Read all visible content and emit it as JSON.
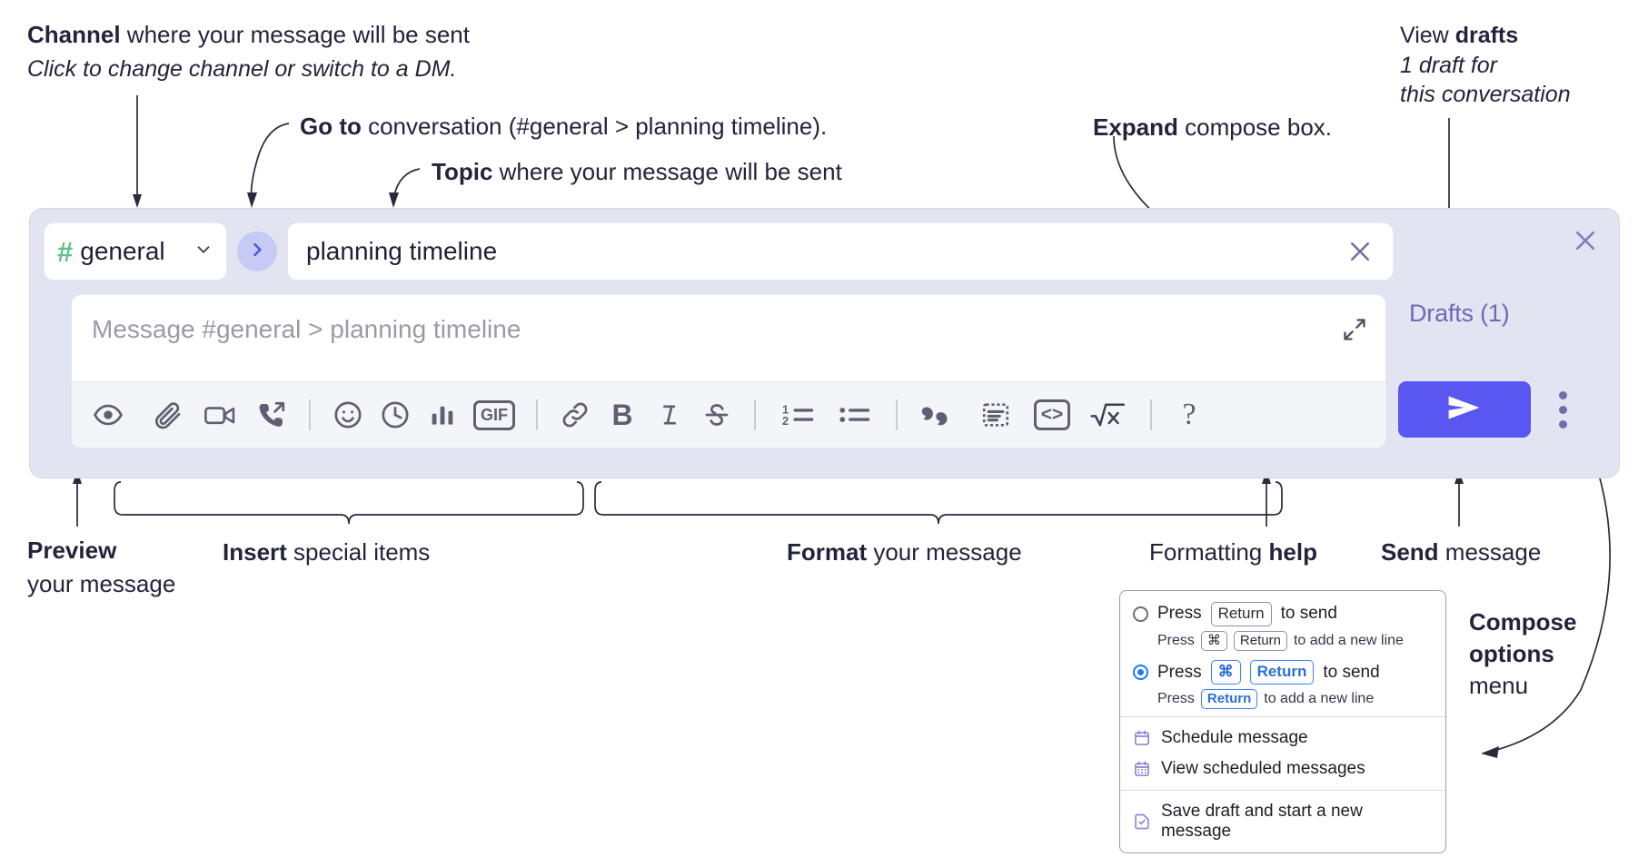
{
  "annotations": {
    "channel": {
      "bold": "Channel",
      "rest": " where your message will be sent",
      "sub": "Click to change channel or switch to a DM."
    },
    "goto": {
      "bold": "Go to",
      "rest": " conversation (#general > planning timeline)."
    },
    "topic": {
      "bold": "Topic",
      "rest": " where your message will be sent"
    },
    "expand": {
      "bold": "Expand",
      "rest": " compose box."
    },
    "drafts": {
      "reg": "View ",
      "bold": "drafts",
      "sub1": "1 draft for",
      "sub2": "this conversation"
    },
    "preview": {
      "bold": "Preview",
      "line2": "your message"
    },
    "insert": {
      "bold": "Insert",
      "rest": " special items"
    },
    "format": {
      "bold": "Format",
      "rest": " your message"
    },
    "help": {
      "reg": "Formatting ",
      "bold": "help"
    },
    "send": {
      "bold": "Send",
      "rest": " message"
    },
    "compose_options": {
      "bold1": "Compose",
      "bold2": "options",
      "line3": "menu"
    }
  },
  "compose": {
    "channel": {
      "hash": "#",
      "name": "general",
      "chevron": "chevron-down-icon"
    },
    "goto_button": "go-to-conversation-icon",
    "topic": {
      "value": "planning timeline",
      "clear": "clear-icon"
    },
    "message": {
      "placeholder": "Message #general > planning timeline",
      "expand": "expand-icon"
    },
    "close": "close-icon",
    "drafts_link": "Drafts (1)",
    "send_label": "send-icon",
    "kebab_label": "compose-options-icon"
  },
  "toolbar": {
    "groups": [
      {
        "items": [
          {
            "name": "preview-icon",
            "title": "Preview"
          }
        ]
      },
      {
        "items": [
          {
            "name": "attachment-icon",
            "title": "Attach file"
          },
          {
            "name": "video-icon",
            "title": "Record video clip"
          },
          {
            "name": "audio-call-icon",
            "title": "Record audio clip"
          }
        ]
      },
      {
        "items": [
          {
            "name": "emoji-icon",
            "title": "Emoji"
          },
          {
            "name": "clock-icon",
            "title": "Schedule"
          },
          {
            "name": "poll-icon",
            "title": "Poll"
          },
          {
            "name": "gif-icon",
            "title": "GIF",
            "label": "GIF"
          }
        ]
      },
      {
        "items": [
          {
            "name": "link-icon",
            "title": "Link"
          },
          {
            "name": "bold-icon",
            "title": "Bold",
            "label": "B"
          },
          {
            "name": "italic-icon",
            "title": "Italic",
            "label": "I"
          },
          {
            "name": "strikethrough-icon",
            "title": "Strikethrough",
            "label": "S"
          }
        ]
      },
      {
        "items": [
          {
            "name": "ordered-list-icon",
            "title": "Ordered list"
          },
          {
            "name": "bulleted-list-icon",
            "title": "Bulleted list"
          }
        ]
      },
      {
        "items": [
          {
            "name": "blockquote-icon",
            "title": "Blockquote"
          },
          {
            "name": "code-block-icon",
            "title": "Code block"
          },
          {
            "name": "code-icon",
            "title": "Code",
            "label": "<>"
          },
          {
            "name": "latex-icon",
            "title": "LaTeX"
          }
        ]
      },
      {
        "items": [
          {
            "name": "help-icon",
            "title": "Formatting help",
            "label": "?"
          }
        ]
      }
    ]
  },
  "dropdown": {
    "option1": {
      "selected": false,
      "pre": "Press",
      "key": "Return",
      "post": "to send",
      "hint_pre": "Press",
      "hint_key1": "⌘",
      "hint_key2": "Return",
      "hint_post": "to add a new line"
    },
    "option2": {
      "selected": true,
      "pre": "Press",
      "key1": "⌘",
      "key2": "Return",
      "post": "to send",
      "hint_pre": "Press",
      "hint_key": "Return",
      "hint_post": "to add a new line"
    },
    "items": [
      {
        "icon": "calendar-icon",
        "label": "Schedule message"
      },
      {
        "icon": "calendar-list-icon",
        "label": "View scheduled messages"
      },
      {
        "icon": "save-draft-icon",
        "label": "Save draft and start a new message"
      }
    ]
  },
  "colors": {
    "panel_bg": "#e2e4f1",
    "send_indigo": "#5a56f0",
    "hash_green": "#5cc08f",
    "drafts_link": "#6a6ab8",
    "goto_bg": "#c6caf5",
    "radio_blue": "#1d7afc"
  }
}
